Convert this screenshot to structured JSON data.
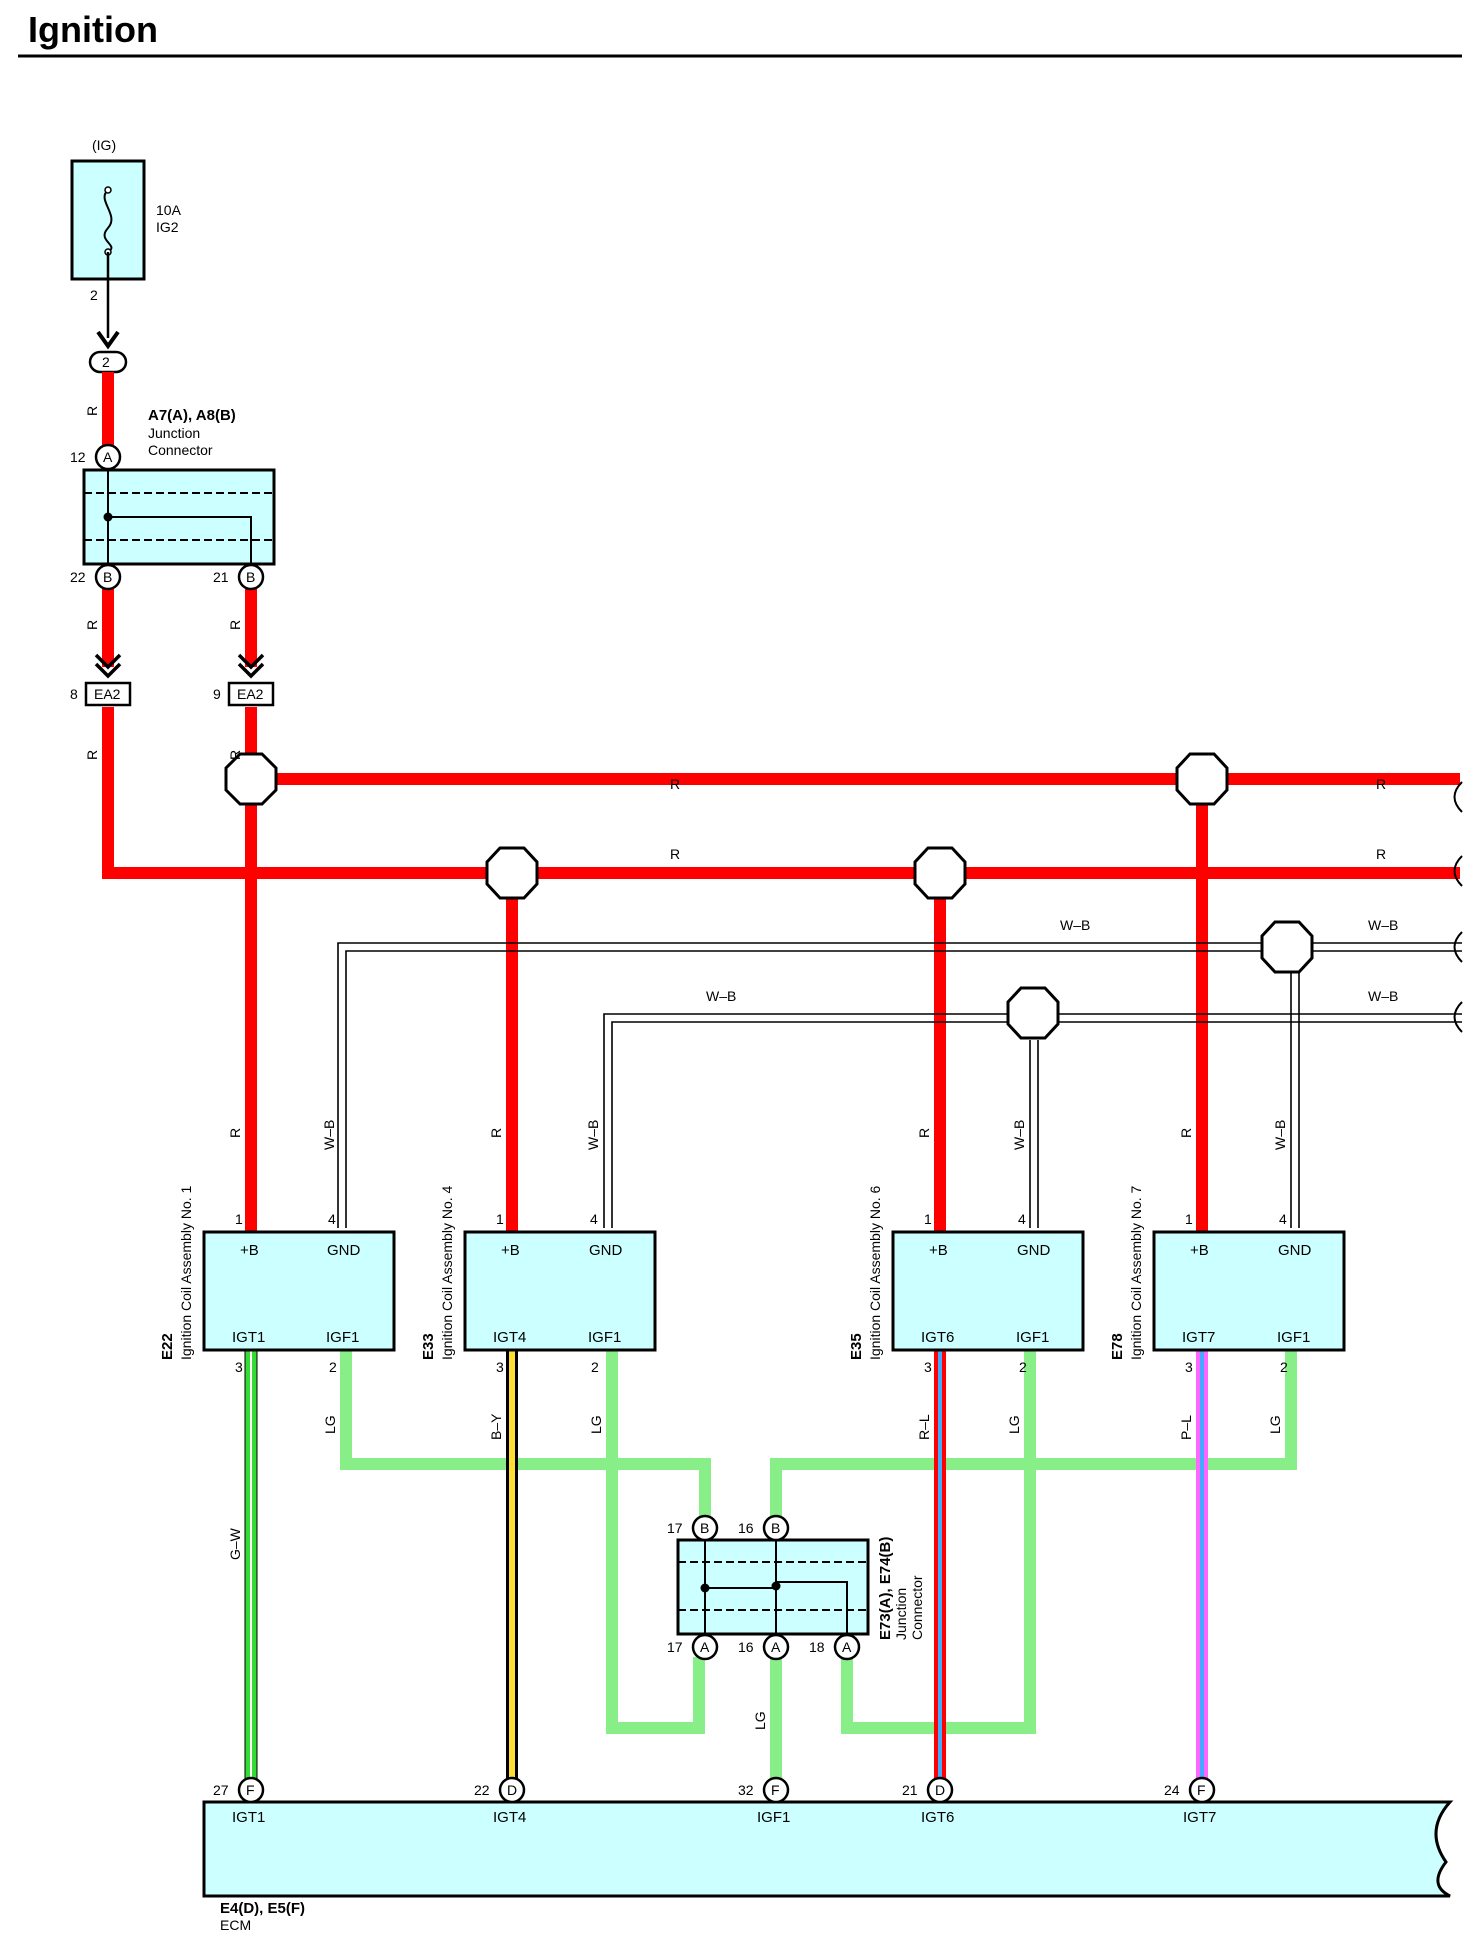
{
  "title": "Ignition",
  "fuse": {
    "label": "(IG)",
    "rating": "10A",
    "name": "IG2",
    "pin": "2"
  },
  "connector_2": "2",
  "junction_a7a8": {
    "id": "A7(A), A8(B)",
    "name_line1": "Junction",
    "name_line2": "Connector",
    "pin_in": "12",
    "pin_in_code": "A",
    "pin_out1": "22",
    "pin_out1_code": "B",
    "pin_out2": "21",
    "pin_out2_code": "B"
  },
  "ea2": {
    "label": "EA2",
    "pin_left": "8",
    "pin_right": "9"
  },
  "wire_colors": {
    "r": "R",
    "wb": "W–B",
    "lg": "LG",
    "gw": "G–W",
    "by": "B–Y",
    "rl": "R–L",
    "pl": "P–L"
  },
  "coils": [
    {
      "id": "E22",
      "name": "Ignition Coil Assembly No. 1",
      "pin_b": "1",
      "pin_gnd": "4",
      "pin_igt": "3",
      "pin_igf": "2",
      "lbl_b": "+B",
      "lbl_gnd": "GND",
      "lbl_igt": "IGT1",
      "lbl_igf": "IGF1"
    },
    {
      "id": "E33",
      "name": "Ignition Coil Assembly No. 4",
      "pin_b": "1",
      "pin_gnd": "4",
      "pin_igt": "3",
      "pin_igf": "2",
      "lbl_b": "+B",
      "lbl_gnd": "GND",
      "lbl_igt": "IGT4",
      "lbl_igf": "IGF1"
    },
    {
      "id": "E35",
      "name": "Ignition Coil Assembly No. 6",
      "pin_b": "1",
      "pin_gnd": "4",
      "pin_igt": "3",
      "pin_igf": "2",
      "lbl_b": "+B",
      "lbl_gnd": "GND",
      "lbl_igt": "IGT6",
      "lbl_igf": "IGF1"
    },
    {
      "id": "E78",
      "name": "Ignition Coil Assembly No. 7",
      "pin_b": "1",
      "pin_gnd": "4",
      "pin_igt": "3",
      "pin_igf": "2",
      "lbl_b": "+B",
      "lbl_gnd": "GND",
      "lbl_igt": "IGT7",
      "lbl_igf": "IGF1"
    }
  ],
  "junction_e73e74": {
    "id": "E73(A), E74(B)",
    "name_line1": "Junction",
    "name_line2": "Connector",
    "pin_top1": "17",
    "pin_top1_code": "B",
    "pin_top2": "16",
    "pin_top2_code": "B",
    "pin_bot1": "17",
    "pin_bot1_code": "A",
    "pin_bot2": "16",
    "pin_bot2_code": "A",
    "pin_bot3": "18",
    "pin_bot3_code": "A"
  },
  "ecm": {
    "id": "E4(D), E5(F)",
    "name": "ECM",
    "pins": [
      {
        "num": "27",
        "code": "F",
        "label": "IGT1"
      },
      {
        "num": "22",
        "code": "D",
        "label": "IGT4"
      },
      {
        "num": "32",
        "code": "F",
        "label": "IGF1"
      },
      {
        "num": "21",
        "code": "D",
        "label": "IGT6"
      },
      {
        "num": "24",
        "code": "F",
        "label": "IGT7"
      }
    ]
  },
  "colors": {
    "red_wire": "#ff0000",
    "green_wire": "#33dd33",
    "lg_wire": "#88ee88",
    "yellow_wire": "#ffdd33",
    "blue_wire": "#44aaff",
    "pink_wire": "#ff66ff",
    "box_fill": "#ccffff"
  }
}
